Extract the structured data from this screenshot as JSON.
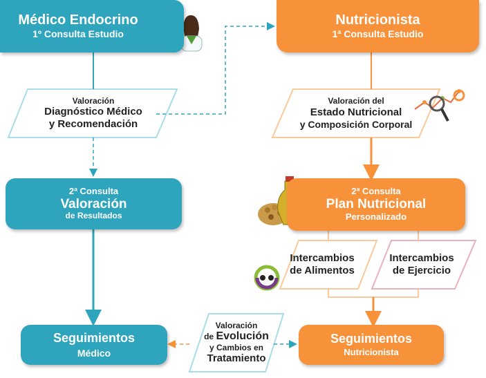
{
  "medico": {
    "title": "Médico Endocrino",
    "subtitle": "1º Consulta Estudio"
  },
  "nutri": {
    "title": "Nutricionista",
    "subtitle": "1ª Consulta Estudio"
  },
  "val_diag": {
    "line1": "Valoración",
    "line2": "Diagnóstico Médico",
    "line3": "y Recomendación"
  },
  "val_estado": {
    "line1": "Valoración del",
    "line2": "Estado Nutricional",
    "line3": "y Composición Corporal"
  },
  "consulta_val": {
    "line1": "2ª Consulta",
    "line2": "Valoración",
    "line3": "de Resultados"
  },
  "plan": {
    "line1": "2ª Consulta",
    "line2": "Plan Nutricional",
    "line3": "Personalizado"
  },
  "int_alim": {
    "line1": "Intercambios",
    "line2": "de Alimentos"
  },
  "int_ejer": {
    "line1": "Intercambios",
    "line2": "de Ejercicio"
  },
  "seg_med": {
    "line1": "Seguimientos",
    "line2": "Médico"
  },
  "seg_nut": {
    "line1": "Seguimientos",
    "line2": "Nutricionista"
  },
  "val_evol": {
    "line1": "Valoración",
    "line2a": "de ",
    "line2b": "Evolución",
    "line3": "y Cambios en",
    "line4": "Tratamiento"
  },
  "colors": {
    "teal": "#2ea5bd",
    "orange": "#f7923b",
    "light_teal": "#a9dcea",
    "light_orange": "#fbc89a",
    "pink": "#e8b3b8"
  }
}
